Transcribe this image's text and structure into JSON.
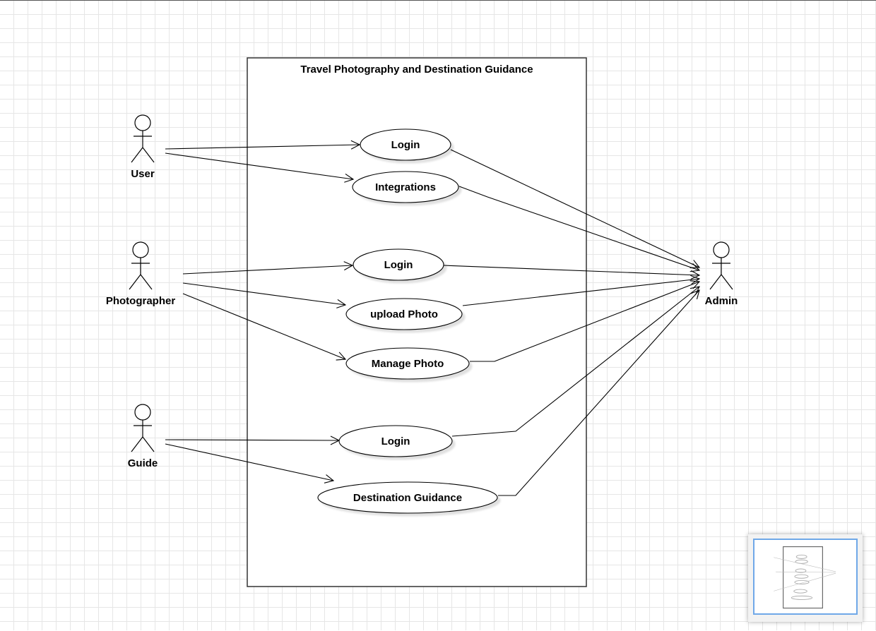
{
  "diagram": {
    "title": "Travel Photography and Destination Guidance",
    "actors": [
      {
        "id": "user",
        "label": "User"
      },
      {
        "id": "photographer",
        "label": "Photographer"
      },
      {
        "id": "guide",
        "label": "Guide"
      },
      {
        "id": "admin",
        "label": "Admin"
      }
    ],
    "use_cases": [
      {
        "id": "uc-login-1",
        "label": "Login"
      },
      {
        "id": "uc-integrations",
        "label": "Integrations"
      },
      {
        "id": "uc-login-2",
        "label": "Login"
      },
      {
        "id": "uc-upload-photo",
        "label": "upload Photo"
      },
      {
        "id": "uc-manage-photo",
        "label": "Manage Photo"
      },
      {
        "id": "uc-login-3",
        "label": "Login"
      },
      {
        "id": "uc-destination-guidance",
        "label": "Destination Guidance"
      }
    ],
    "associations": [
      {
        "from": "user",
        "to": "uc-login-1"
      },
      {
        "from": "user",
        "to": "uc-integrations"
      },
      {
        "from": "photographer",
        "to": "uc-login-2"
      },
      {
        "from": "photographer",
        "to": "uc-upload-photo"
      },
      {
        "from": "photographer",
        "to": "uc-manage-photo"
      },
      {
        "from": "guide",
        "to": "uc-login-3"
      },
      {
        "from": "guide",
        "to": "uc-destination-guidance"
      },
      {
        "from": "uc-login-1",
        "to": "admin"
      },
      {
        "from": "uc-integrations",
        "to": "admin"
      },
      {
        "from": "uc-login-2",
        "to": "admin"
      },
      {
        "from": "uc-upload-photo",
        "to": "admin"
      },
      {
        "from": "uc-manage-photo",
        "to": "admin"
      },
      {
        "from": "uc-login-3",
        "to": "admin"
      },
      {
        "from": "uc-destination-guidance",
        "to": "admin"
      }
    ]
  },
  "colors": {
    "grid": "#e6e6e6",
    "stroke": "#000000",
    "boundary": "#333333",
    "minimap_frame": "#6fa8e8"
  }
}
